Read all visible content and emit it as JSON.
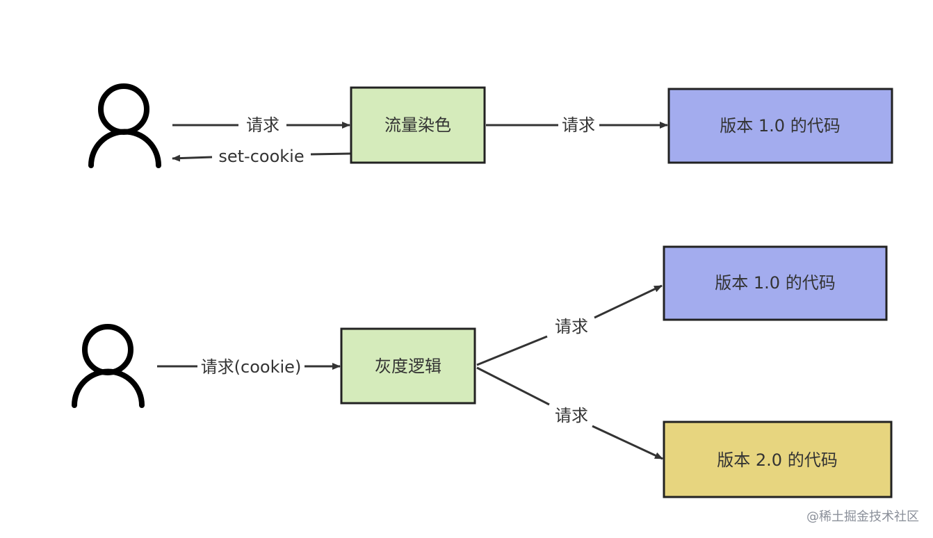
{
  "nodes": {
    "dye": {
      "label": "流量染色",
      "fill": "#d5ebbb"
    },
    "v1_top": {
      "label": "版本 1.0 的代码",
      "fill": "#a3acee"
    },
    "gray": {
      "label": "灰度逻辑",
      "fill": "#d5ebbb"
    },
    "v1_bottom": {
      "label": "版本 1.0 的代码",
      "fill": "#a3acee"
    },
    "v2": {
      "label": "版本 2.0 的代码",
      "fill": "#e7d57f"
    }
  },
  "edges": {
    "user1_to_dye": "请求",
    "dye_to_user1": "set-cookie",
    "dye_to_v1": "请求",
    "user2_to_gray": "请求(cookie)",
    "gray_to_v1": "请求",
    "gray_to_v2": "请求"
  },
  "watermark": "@稀土掘金技术社区",
  "colors": {
    "stroke": "#222222",
    "text": "#333333"
  }
}
